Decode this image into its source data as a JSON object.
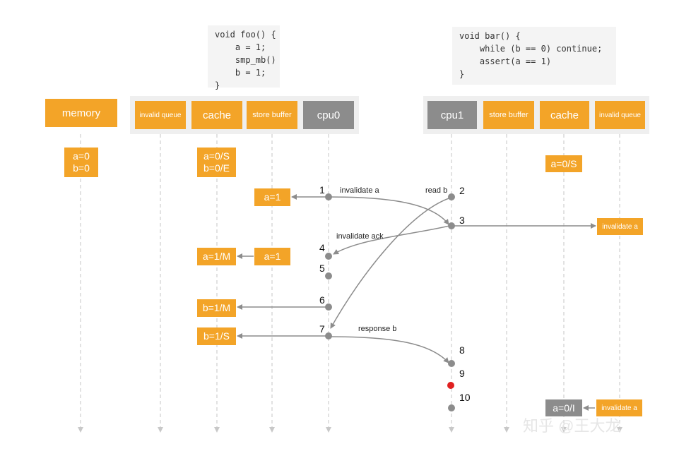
{
  "code_left": {
    "lines": [
      "void foo() {",
      "    a = 1;",
      "    smp_mb()",
      "    b = 1;",
      "}"
    ]
  },
  "code_right": {
    "lines": [
      "void bar() {",
      "    while (b == 0) continue;",
      "    assert(a == 1)",
      "}"
    ]
  },
  "headers": {
    "memory": "memory",
    "cpu0_side": [
      "invalid queue",
      "cache",
      "store buffer",
      "cpu0"
    ],
    "cpu1_side": [
      "cpu1",
      "store buffer",
      "cache",
      "invalid queue"
    ]
  },
  "state": {
    "memory": [
      "a=0",
      "b=0"
    ],
    "cpu0_cache": [
      "a=0/S",
      "b=0/E"
    ],
    "cpu1_cache": [
      "a=0/S"
    ]
  },
  "boxes": {
    "sb_a1_first": "a=1",
    "sb_a1_second": "a=1",
    "cache_a1m": "a=1/M",
    "cache_b1m": "b=1/M",
    "cache_b1s": "b=1/S",
    "iq_invalidate_a_top": "invalidate a",
    "iq_invalidate_a_bottom": "invalidate a",
    "cache_a0i": "a=0/I"
  },
  "messages": {
    "invalidate_a": "invalidate a",
    "read_b": "read b",
    "invalidate_ack": "invalidate ack",
    "response_b": "response b"
  },
  "steps": [
    "1",
    "2",
    "3",
    "4",
    "5",
    "6",
    "7",
    "8",
    "9",
    "10"
  ],
  "watermark": "知乎 @王大龙",
  "colors": {
    "orange": "#f3a428",
    "gray": "#8c8c8c",
    "dot": "#8c8c8c",
    "highlight_dot": "#e02020",
    "arrow": "#8c8c8c"
  }
}
